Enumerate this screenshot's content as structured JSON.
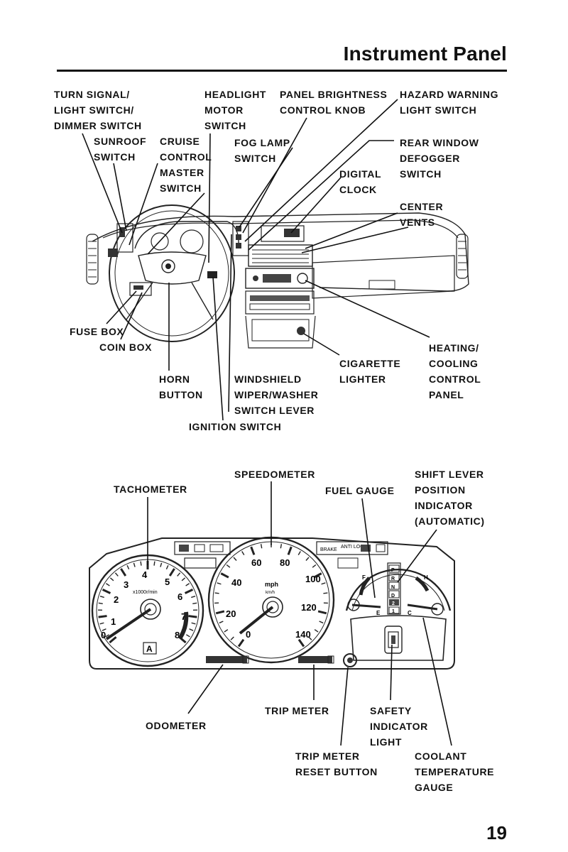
{
  "page": {
    "title": "Instrument Panel",
    "page_number": "19"
  },
  "dashboard_labels": {
    "turn_signal": "TURN SIGNAL/ LIGHT SWITCH/ DIMMER SWITCH",
    "sunroof": "SUNROOF SWITCH",
    "cruise": "CRUISE CONTROL MASTER SWITCH",
    "headlight_motor": "HEADLIGHT MOTOR SWITCH",
    "panel_brightness": "PANEL BRIGHTNESS CONTROL KNOB",
    "fog_lamp": "FOG LAMP SWITCH",
    "hazard": "HAZARD WARNING LIGHT SWITCH",
    "rear_defogger": "REAR WINDOW DEFOGGER SWITCH",
    "digital_clock": "DIGITAL CLOCK",
    "center_vents": "CENTER VENTS",
    "fuse_box": "FUSE BOX",
    "coin_box": "COIN BOX",
    "horn": "HORN BUTTON",
    "wiper": "WINDSHIELD WIPER/WASHER SWITCH LEVER",
    "ignition": "IGNITION SWITCH",
    "cigarette": "CIGARETTE LIGHTER",
    "heating": "HEATING/ COOLING CONTROL PANEL"
  },
  "cluster_labels": {
    "speedometer": "SPEEDOMETER",
    "tachometer": "TACHOMETER",
    "fuel_gauge": "FUEL GAUGE",
    "shift_indicator": "SHIFT LEVER POSITION INDICATOR (AUTOMATIC)",
    "trip_meter": "TRIP METER",
    "odometer": "ODOMETER",
    "safety_light": "SAFETY INDICATOR LIGHT",
    "trip_reset": "TRIP METER RESET BUTTON",
    "coolant": "COOLANT TEMPERATURE GAUGE"
  },
  "gauge_faces": {
    "tach_numbers": [
      "0",
      "1",
      "2",
      "3",
      "4",
      "5",
      "6",
      "7",
      "8"
    ],
    "tach_unit": "x1000r/min",
    "speedo_mph": [
      "0",
      "20",
      "40",
      "60",
      "80",
      "100",
      "120",
      "140"
    ],
    "speedo_unit": "mph",
    "speedo_kmh_unit": "km/h",
    "fuel_marks": [
      "F",
      "E"
    ],
    "temp_marks": [
      "H",
      "C"
    ],
    "shift_letters": [
      "P",
      "R",
      "N",
      "D",
      "2",
      "1"
    ],
    "warn_antilock": "ANTI LOCK",
    "warn_brake": "BRAKE",
    "auto_badge": "A"
  }
}
